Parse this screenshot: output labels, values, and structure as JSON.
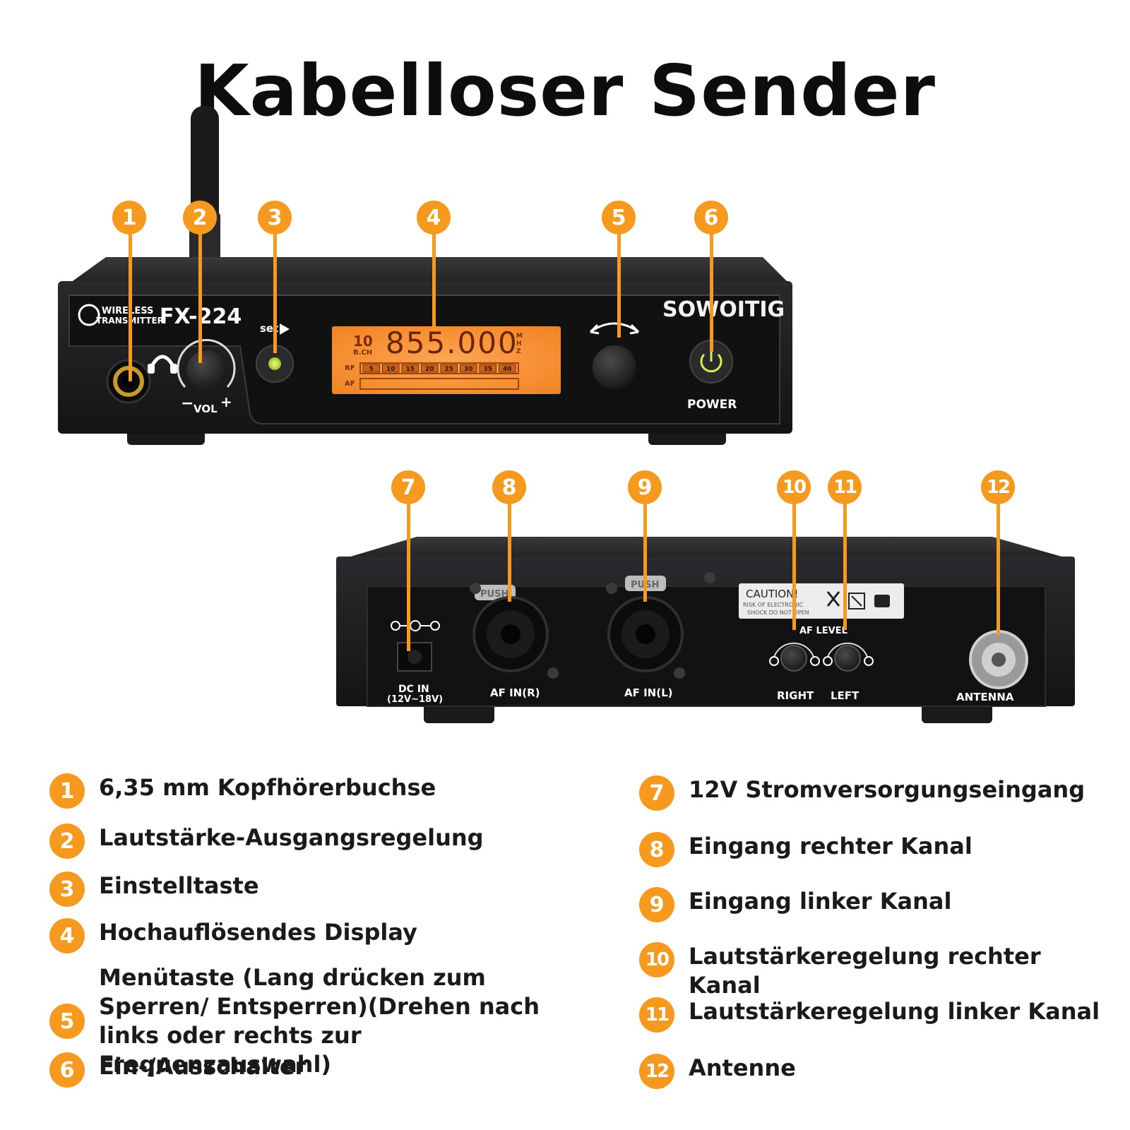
{
  "title": "Kabelloser Sender",
  "front_panel": {
    "logo_line1": "WIRELESS",
    "logo_line2": "TRANSMITTER",
    "model": "FX-224",
    "brand": "SOWOITIG",
    "set_label": "set",
    "vol_label": "VOL",
    "vol_minus": "−",
    "vol_plus": "+",
    "power_label": "POWER",
    "lcd": {
      "channel_number": "10",
      "channel_label": "B.CH",
      "frequency": "855.000",
      "unit_letters": [
        "M",
        "H",
        "Z"
      ],
      "rf_label": "RF",
      "af_label": "AF",
      "rf_scale": [
        "5",
        "10",
        "15",
        "20",
        "25",
        "30",
        "35",
        "40"
      ]
    }
  },
  "back_panel": {
    "dc_in_line1": "DC IN",
    "dc_in_line2": "(12V~18V)",
    "af_in_r": "AF IN(R)",
    "af_in_l": "AF IN(L)",
    "push_label": "PUSH",
    "caution_title": "CAUTION!",
    "caution_line1": "RISK OF ELECTRONIC",
    "caution_line2": "SHOCK DO NOT OPEN",
    "af_level": "AF LEVEL",
    "right": "RIGHT",
    "left": "LEFT",
    "antenna": "ANTENNA"
  },
  "callouts": [
    "1",
    "2",
    "3",
    "4",
    "5",
    "6",
    "7",
    "8",
    "9",
    "10",
    "11",
    "12"
  ],
  "legend": [
    {
      "num": "1",
      "text": "6,35 mm Kopfhörerbuchse"
    },
    {
      "num": "2",
      "text": "Lautstärke-Ausgangsregelung"
    },
    {
      "num": "3",
      "text": "Einstelltaste"
    },
    {
      "num": "4",
      "text": "Hochauflösendes Display"
    },
    {
      "num": "5",
      "text": "Menütaste (Lang drücken zum Sperren/ Entsperren)(Drehen nach links oder rechts zur Frequenzauswahl)"
    },
    {
      "num": "6",
      "text": "Ein-/Ausschalter"
    },
    {
      "num": "7",
      "text": "12V Stromversorgungseingang"
    },
    {
      "num": "8",
      "text": "Eingang rechter Kanal"
    },
    {
      "num": "9",
      "text": "Eingang linker Kanal"
    },
    {
      "num": "10",
      "text": "Lautstärkeregelung rechter Kanal"
    },
    {
      "num": "11",
      "text": "Lautstärkeregelung linker Kanal"
    },
    {
      "num": "12",
      "text": "Antenne"
    }
  ],
  "colors": {
    "accent": "#f59a1e",
    "device_body": "#1c1c1e",
    "lcd": "#f58a2a",
    "power_led": "#d8f04a"
  }
}
